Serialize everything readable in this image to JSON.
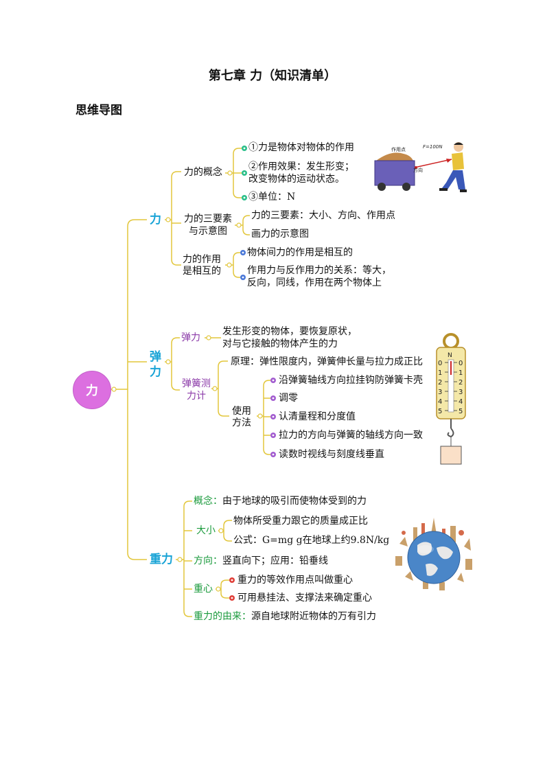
{
  "page": {
    "title": "第七章 力（知识清单）",
    "subtitle": "思维导图"
  },
  "root": {
    "label": "力"
  },
  "colors": {
    "branch_line": "#e2c63a",
    "root_fill": "#dc6fe0",
    "main_label": "#18a3d6",
    "spring_label": "#8b3aa8",
    "gravity_label": "#1a9a3c"
  },
  "branch_force": {
    "label": "力",
    "concept": {
      "label": "力的概念",
      "items": [
        "①力是物体对物体的作用",
        "②作用效果：发生形变；",
        "改变物体的运动状态。",
        "③单位：N"
      ]
    },
    "three_elements": {
      "label_line1": "力的三要素",
      "label_line2": "与示意图",
      "items": [
        "力的三要素：大小、方向、作用点",
        "画力的示意图"
      ]
    },
    "mutual": {
      "label_line1": "力的作用",
      "label_line2": "是相互的",
      "items": [
        "物体间力的作用是相互的",
        "作用力与反作用力的关系：等大，",
        "反向，同线，作用在两个物体上"
      ]
    },
    "figure": {
      "point_label": "作用点",
      "force_label": "F=100N",
      "direction_label": "方向"
    }
  },
  "branch_elastic": {
    "label_line1": "弹",
    "label_line2": "力",
    "elastic": {
      "label": "弹力",
      "text_line1": "发生形变的物体，要恢复原状，",
      "text_line2": "对与它接触的物体产生的力"
    },
    "meter": {
      "label_line1": "弹簧测",
      "label_line2": "力计",
      "principle": "原理：弹性限度内，弹簧伸长量与拉力成正比",
      "usage_line1": "使用",
      "usage_line2": "方法",
      "steps": [
        "沿弹簧轴线方向拉挂钩防弹簧卡壳",
        "调零",
        "认清量程和分度值",
        "拉力的方向与弹簧的轴线方向一致",
        "读数时视线与刻度线垂直"
      ]
    },
    "figure": {
      "unit": "N",
      "scale": [
        "0",
        "1",
        "2",
        "3",
        "4",
        "5"
      ]
    }
  },
  "branch_gravity": {
    "label": "重力",
    "concept": {
      "label": "概念：",
      "text": "由于地球的吸引而使物体受到的力"
    },
    "magnitude": {
      "label": "大小",
      "item1": "物体所受重力跟它的质量成正比",
      "item2": "公式：G=mg g在地球上约9.8N/kg"
    },
    "direction": {
      "label": "方向：",
      "text": "竖直向下；应用：铅垂线"
    },
    "center": {
      "label": "重心",
      "items": [
        "重力的等效作用点叫做重心",
        "可用悬挂法、支撑法来确定重心"
      ]
    },
    "origin": {
      "label": "重力的由来：",
      "text": "源自地球附近物体的万有引力"
    }
  }
}
